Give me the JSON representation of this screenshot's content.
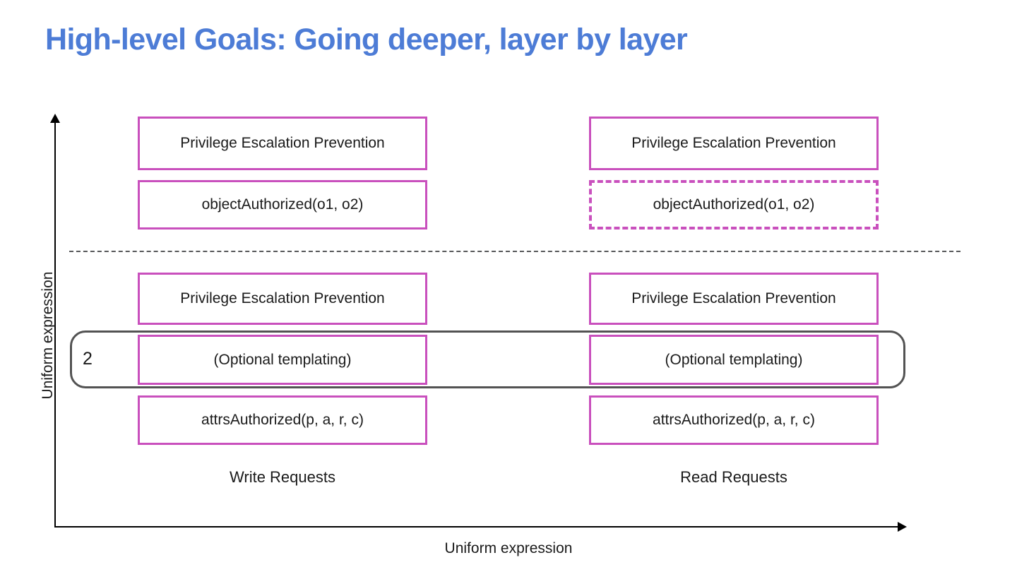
{
  "slide": {
    "title": "High-level Goals: Going deeper, layer by layer",
    "title_color": "#4d7cd6",
    "box_border_color": "#c950bd",
    "highlight_border_color": "#535353",
    "separator_color": "#57585a",
    "background": "#ffffff"
  },
  "axes": {
    "y_label": "Uniform expression",
    "x_label": "Uniform expression",
    "y_arrow_icon": "arrow-up-icon",
    "x_arrow_icon": "arrow-right-icon"
  },
  "callout": {
    "number": "2"
  },
  "columns": [
    {
      "key": "write",
      "caption": "Write Requests"
    },
    {
      "key": "read",
      "caption": "Read Requests"
    }
  ],
  "tiers": {
    "upper": {
      "write": [
        {
          "label": "Privilege Escalation Prevention",
          "style": "solid"
        },
        {
          "label": "objectAuthorized(o1, o2)",
          "style": "solid"
        }
      ],
      "read": [
        {
          "label": "Privilege Escalation Prevention",
          "style": "solid"
        },
        {
          "label": "objectAuthorized(o1, o2)",
          "style": "dashed"
        }
      ]
    },
    "lower": {
      "write": [
        {
          "label": "Privilege Escalation Prevention",
          "style": "solid"
        },
        {
          "label": "(Optional templating)",
          "style": "solid"
        },
        {
          "label": "attrsAuthorized(p, a, r, c)",
          "style": "solid"
        }
      ],
      "read": [
        {
          "label": "Privilege Escalation Prevention",
          "style": "solid"
        },
        {
          "label": "(Optional templating)",
          "style": "solid"
        },
        {
          "label": "attrsAuthorized(p, a, r, c)",
          "style": "solid"
        }
      ]
    }
  }
}
